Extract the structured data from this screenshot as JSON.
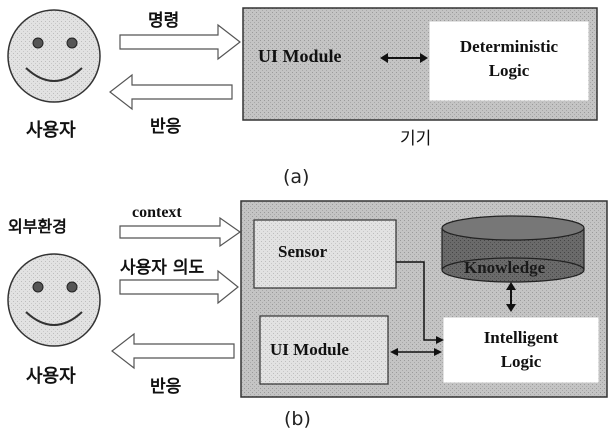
{
  "diagram_a": {
    "user_label": "사용자",
    "command_label": "명령",
    "response_label": "반응",
    "ui_module": "UI Module",
    "logic_line1": "Deterministic",
    "logic_line2": "Logic",
    "device_label": "기기",
    "caption": "(a)"
  },
  "diagram_b": {
    "environment_label": "외부환경",
    "context_label": "context",
    "intent_label": "사용자 의도",
    "response_label": "반응",
    "user_label": "사용자",
    "sensor": "Sensor",
    "knowledge": "Knowledge",
    "ui_module": "UI Module",
    "logic_line1": "Intelligent",
    "logic_line2": "Logic",
    "caption": "(b)"
  },
  "colors": {
    "panel_gray": "#bdbdbd",
    "face_fill": "#d4d4d4",
    "knowledge_fill": "#6e6e6e",
    "outline": "#222222"
  }
}
